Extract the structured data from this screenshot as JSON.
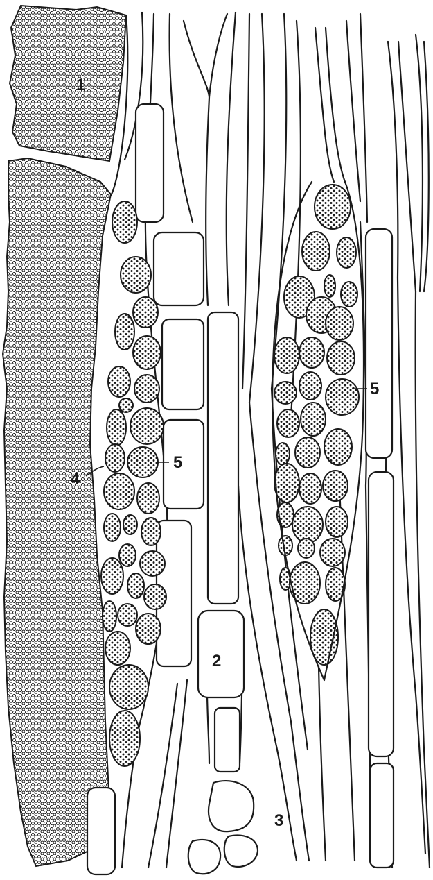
{
  "figure": {
    "labels": {
      "l1": "1",
      "l2": "2",
      "l3": "3",
      "l4": "4",
      "l5a": "5",
      "l5b": "5"
    },
    "colors": {
      "ink": "#1a1a1a",
      "paper": "#ffffff"
    }
  }
}
